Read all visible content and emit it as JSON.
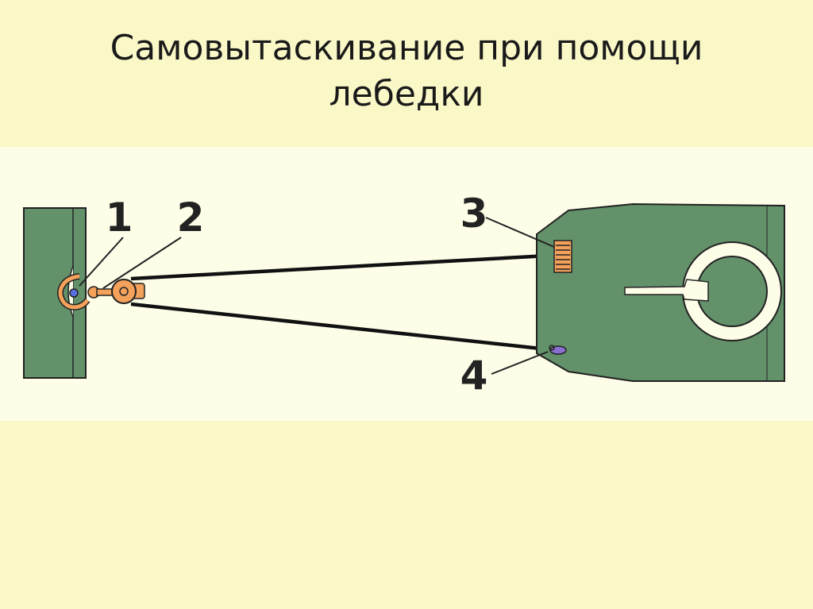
{
  "slide": {
    "title_line1": "Самовытаскивание при помощи",
    "title_line2": "лебедки"
  },
  "diagram": {
    "callouts": [
      "1",
      "2",
      "3",
      "4"
    ],
    "colors": {
      "background": "#fbf8c8",
      "diagram_background": "#fdfde8",
      "green": "#63916a",
      "orange": "#f3a15b",
      "cable": "#111111",
      "purple": "#8a6fd0"
    },
    "icons": [
      "anchor-block-icon",
      "hook-icon",
      "pulley-block-icon",
      "winch-drum-icon",
      "tow-hook-icon",
      "tank-icon",
      "turret-icon"
    ]
  }
}
